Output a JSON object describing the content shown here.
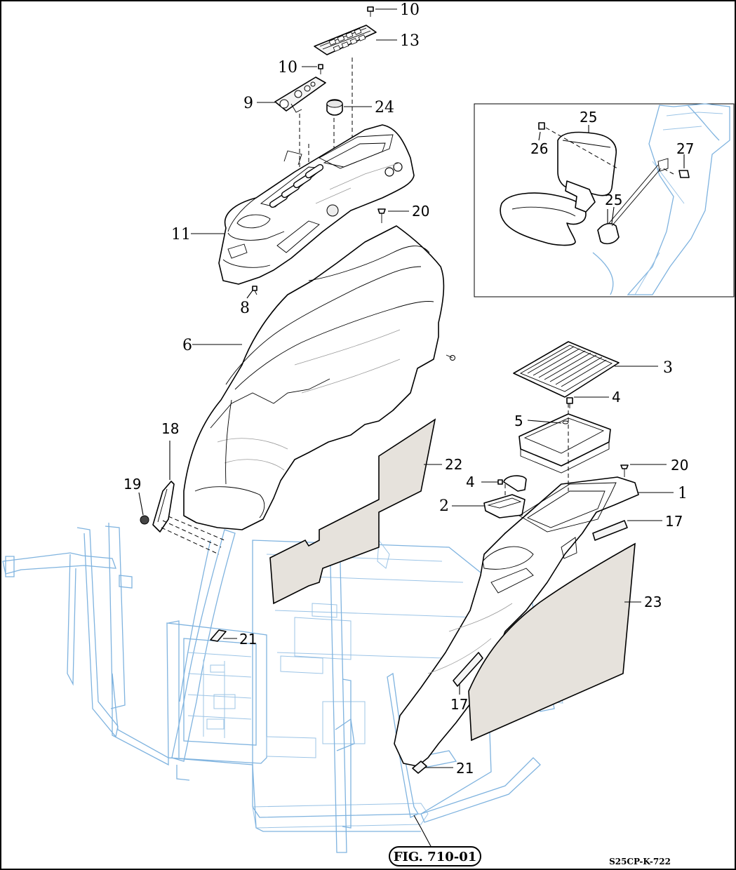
{
  "callouts": {
    "c10_top": "10",
    "c13": "13",
    "c10_mid": "10",
    "c9": "9",
    "c24": "24",
    "c11": "11",
    "c20_top": "20",
    "c8": "8",
    "c6": "6",
    "c18": "18",
    "c19": "19",
    "c22": "22",
    "c21_left": "21",
    "c3": "3",
    "c4_right": "4",
    "c5": "5",
    "c20_right": "20",
    "c4_left": "4",
    "c2": "2",
    "c1": "1",
    "c17_right": "17",
    "c23": "23",
    "c17_lower": "17",
    "c21_right": "21",
    "c25_top": "25",
    "c26": "26",
    "c27": "27",
    "c25_mid": "25"
  },
  "figure_reference": "FIG. 710-01",
  "drawing_code": "S25CP-K-722"
}
